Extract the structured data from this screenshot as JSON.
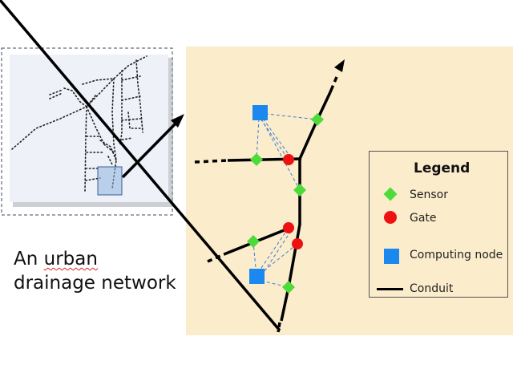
{
  "caption": {
    "line1_prefix": "An ",
    "line1_word": "urban",
    "line2": "drainage network"
  },
  "legend": {
    "title": "Legend",
    "items": [
      {
        "label": "Sensor",
        "symbol": "diamond",
        "color": "#4ddb3a"
      },
      {
        "label": "Gate",
        "symbol": "circle",
        "color": "#ee1111"
      },
      {
        "label": "Computing node",
        "symbol": "square",
        "color": "#1a88ee"
      },
      {
        "label": "Conduit",
        "symbol": "line",
        "color": "#000000"
      }
    ]
  },
  "colors": {
    "detail_bg": "#fbeccb",
    "map_bg": "#eef1f8",
    "link": "#3f7fd0"
  }
}
